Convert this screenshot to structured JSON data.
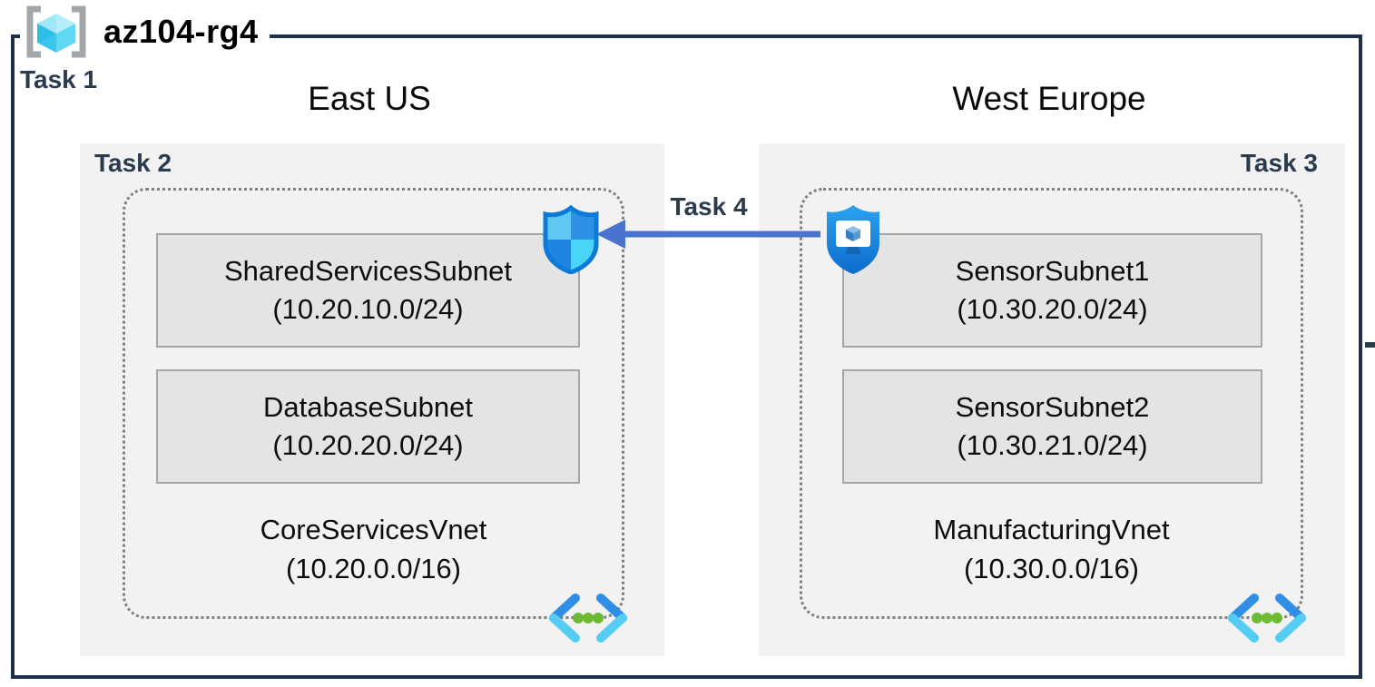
{
  "resource_group": {
    "name": "az104-rg4",
    "task": "Task 1"
  },
  "regions": [
    {
      "name": "East US",
      "task": "Task 2",
      "vnet": {
        "name": "CoreServicesVnet",
        "cidr": "(10.20.0.0/16)",
        "subnets": [
          {
            "name": "SharedServicesSubnet",
            "cidr": "(10.20.10.0/24)"
          },
          {
            "name": "DatabaseSubnet",
            "cidr": "(10.20.20.0/24)"
          }
        ]
      }
    },
    {
      "name": "West Europe",
      "task": "Task 3",
      "vnet": {
        "name": "ManufacturingVnet",
        "cidr": "(10.30.0.0/16)",
        "subnets": [
          {
            "name": "SensorSubnet1",
            "cidr": "(10.30.20.0/24)"
          },
          {
            "name": "SensorSubnet2",
            "cidr": "(10.30.21.0/24)"
          }
        ]
      }
    }
  ],
  "peering": {
    "task": "Task 4",
    "direction": "right-to-left"
  },
  "icons": {
    "resource_group": "resource-group-cube-in-brackets",
    "left_vnet_badge": "network-security-group-shield",
    "right_vnet_badge": "shielded-vm-monitor",
    "vnet_corner": "virtual-network-chevrons"
  },
  "colors": {
    "border": "#1e3148",
    "task_label": "#2a3b4d",
    "region_fill": "#f2f2f2",
    "subnet_fill": "#e4e4e4",
    "subnet_border": "#a6a6a6",
    "dashed_border": "#7f7f7f",
    "arrow": "#4a73cf",
    "vnet_green": "#6cbb33",
    "shield_quadrant_tl": "#5ec7f3",
    "shield_quadrant_tr": "#2e91e5",
    "shield_quadrant_bl": "#1e86e0",
    "shield_quadrant_br": "#49d5f8",
    "shield_outline": "#0b7ad8",
    "cube_cyan": "#3ec7ee"
  }
}
